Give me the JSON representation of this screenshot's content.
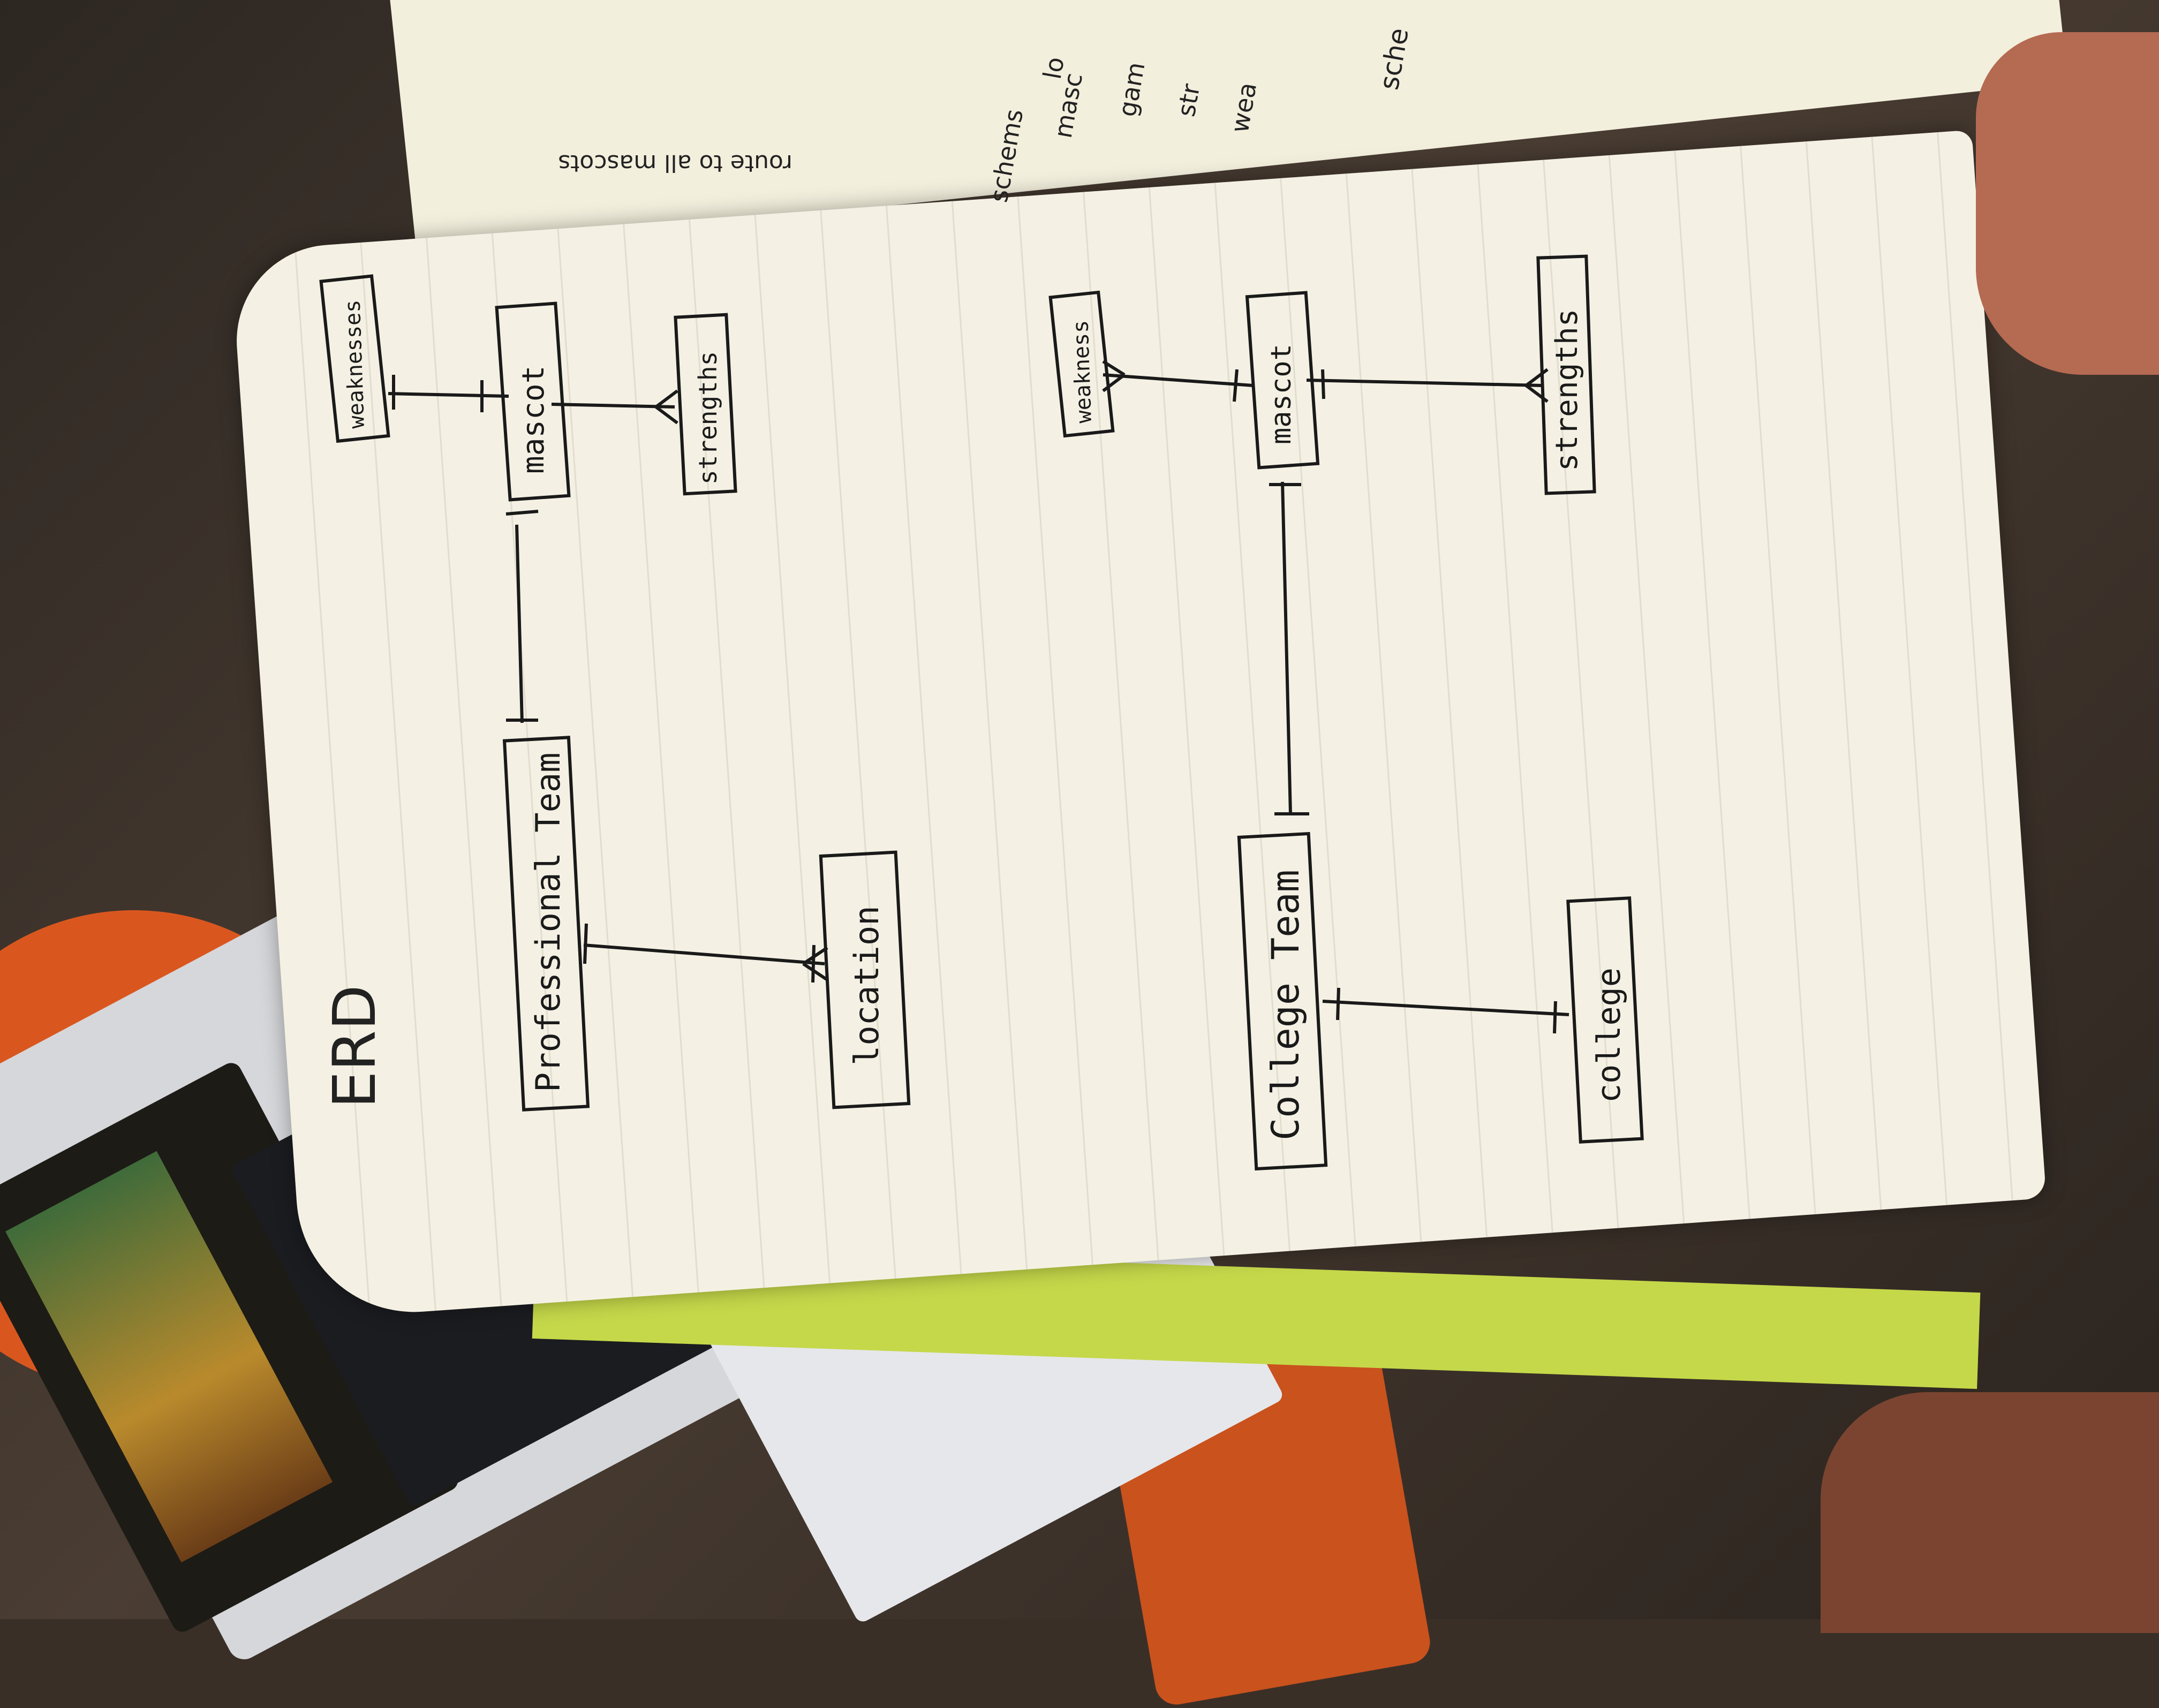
{
  "title": "ERD",
  "top_page_text": {
    "note": "route to all mascots",
    "fragments": [
      "schems",
      "lo",
      "masc",
      "gam",
      "str",
      "wea",
      "sche"
    ]
  },
  "entities": {
    "professional_team": "Professional Team",
    "location": "location",
    "mascot_1": "mascot",
    "weaknesses_1": "weaknesses",
    "strengths_1": "strengths",
    "college_team": "College Team",
    "college": "college",
    "mascot_2": "mascot",
    "weaknesses_2": "weakness",
    "strengths_2": "strengths"
  },
  "colors": {
    "page": "#f4f1e4",
    "ink": "#1a1a1a",
    "notebook_edge": "#c5d84a",
    "chair": "#d9571f"
  }
}
